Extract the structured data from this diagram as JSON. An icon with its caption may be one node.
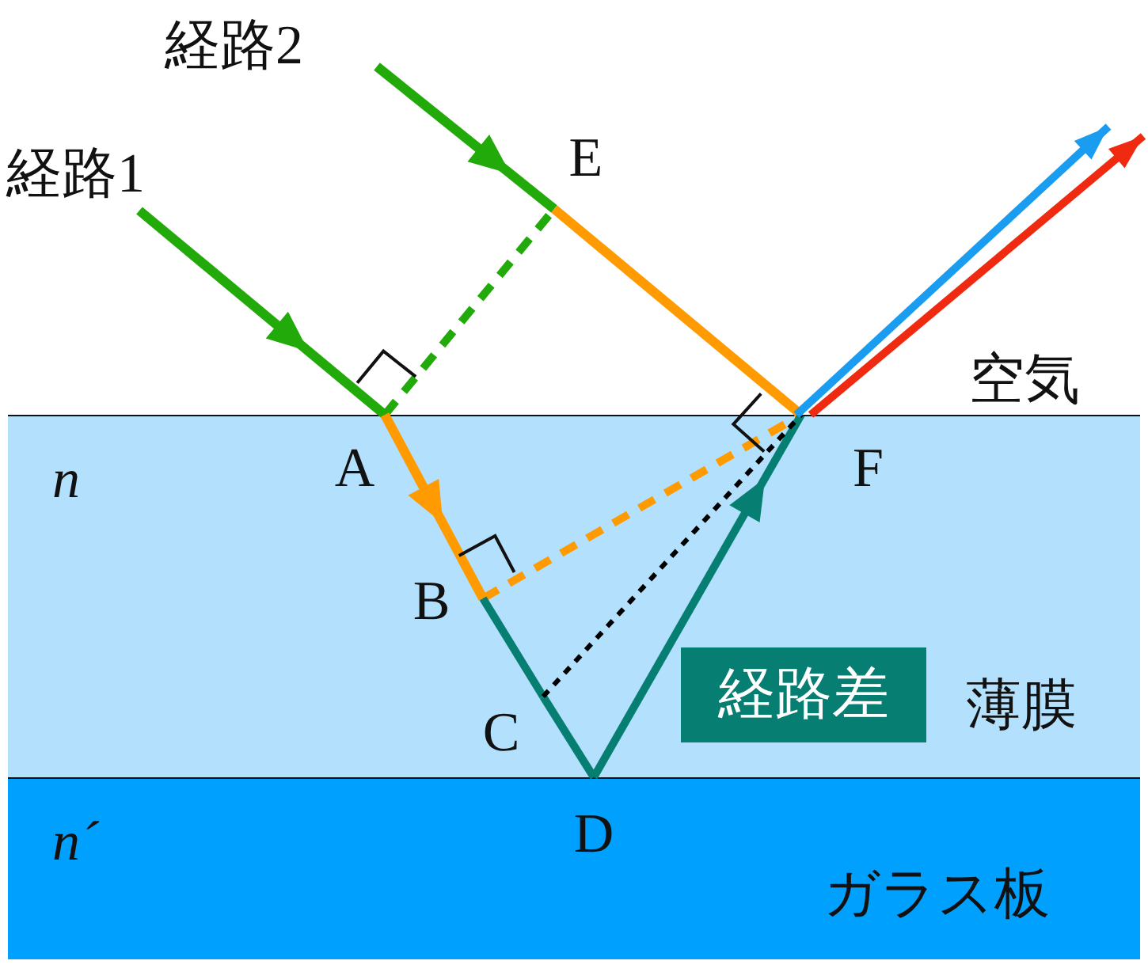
{
  "diagram": {
    "nodes": [
      {
        "text": [
          "経路2"
        ]
      },
      {
        "text": [
          "経路1"
        ]
      },
      {
        "text": [
          "E"
        ]
      },
      {
        "text": [
          "n",
          "薄膜"
        ]
      },
      {
        "text": [
          "A"
        ],
        "in": 3
      },
      {
        "text": [
          "F"
        ],
        "in": 3
      },
      {
        "text": [
          "B"
        ],
        "in": 3
      },
      {
        "text": [
          "経路差"
        ],
        "in": 3
      },
      {
        "text": [
          "C"
        ],
        "in": 3
      },
      {
        "text": [
          "n´",
          "ガラス板"
        ]
      },
      {
        "text": [
          "D"
        ],
        "in": 9
      }
    ],
    "edges": [
      {
        "from": 1,
        "to": 4,
        "arrow": "to",
        "color": "#22aa0a"
      },
      {
        "from": 0,
        "to": 2,
        "arrow": "to",
        "color": "#22aa0a"
      },
      {
        "from": 4,
        "to": 2,
        "arrow": "none",
        "style": "dashed",
        "color": "#22aa0a"
      },
      {
        "from": 4,
        "to": 6,
        "arrow": "to",
        "color": "#ff9a00"
      },
      {
        "from": 6,
        "to": 5,
        "arrow": "none",
        "style": "dashed",
        "color": "#ff9a00"
      },
      {
        "from": 2,
        "to": 5,
        "arrow": "none",
        "color": "#ff9a00"
      },
      {
        "from": 6,
        "to": 8,
        "arrow": "none",
        "color": "#067e72"
      },
      {
        "from": 8,
        "to": 10,
        "arrow": "none",
        "color": "#067e72"
      },
      {
        "from": 10,
        "to": 5,
        "arrow": "to",
        "color": "#067e72"
      },
      {
        "from": 8,
        "to": 5,
        "arrow": "none",
        "style": "dashed",
        "color": "#000000"
      },
      {
        "from": 5,
        "to": null,
        "arrow": "to",
        "color": "#1a9cf0"
      },
      {
        "from": 5,
        "to": null,
        "arrow": "to",
        "color": "#f02a10"
      }
    ],
    "labels": [
      "空気"
    ]
  }
}
